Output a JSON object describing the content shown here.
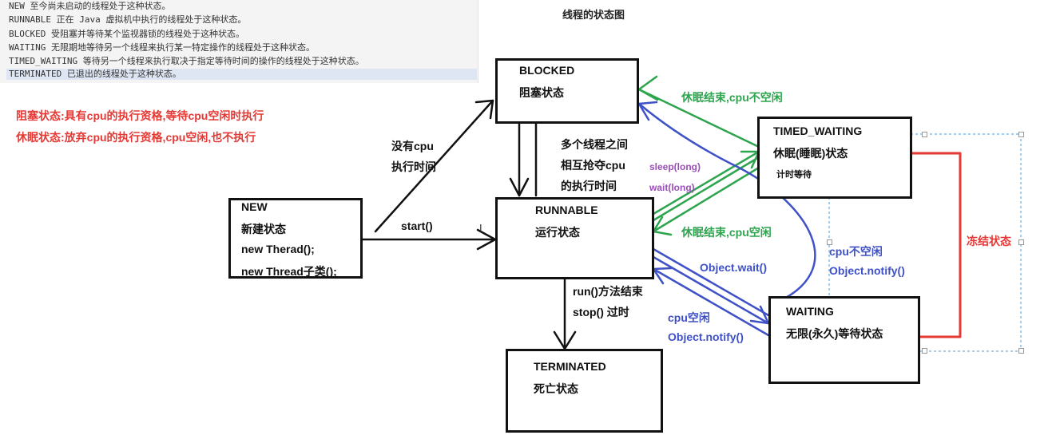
{
  "notes": [
    "NEW 至今尚未启动的线程处于这种状态。",
    "RUNNABLE 正在 Java 虚拟机中执行的线程处于这种状态。",
    "BLOCKED 受阻塞并等待某个监视器锁的线程处于这种状态。",
    "WAITING 无限期地等待另一个线程来执行某一特定操作的线程处于这种状态。",
    "TIMED_WAITING 等待另一个线程来执行取决于指定等待时间的操作的线程处于这种状态。",
    "TERMINATED 已退出的线程处于这种状态。"
  ],
  "title": "线程的状态图",
  "red_notes": [
    "阻塞状态:具有cpu的执行资格,等待cpu空闲时执行",
    "休眠状态:放弃cpu的执行资格,cpu空闲,也不执行"
  ],
  "states": {
    "new": {
      "name": "NEW",
      "lines": [
        "新建状态",
        "new Therad();",
        "new Thread子类();"
      ]
    },
    "blocked": {
      "name": "BLOCKED",
      "lines": [
        "阻塞状态"
      ]
    },
    "runnable": {
      "name": "RUNNABLE",
      "lines": [
        "运行状态"
      ]
    },
    "timed_waiting": {
      "name": "TIMED_WAITING",
      "lines": [
        "休眠(睡眠)状态",
        "计时等待"
      ]
    },
    "waiting": {
      "name": "WAITING",
      "lines": [
        "无限(永久)等待状态"
      ]
    },
    "terminated": {
      "name": "TERMINATED",
      "lines": [
        "死亡状态"
      ]
    }
  },
  "labels": {
    "start": "start()",
    "no_cpu_1": "没有cpu",
    "no_cpu_2": "执行时间",
    "compete_1": "多个线程之间",
    "compete_2": "相互抢夺cpu",
    "compete_3": "的执行时间",
    "sleep_long": "sleep(long)",
    "wait_long": "wait(long)",
    "sleep_end_busy": "休眠结束,cpu不空闲",
    "sleep_end_free": "休眠结束,cpu空闲",
    "object_wait": "Object.wait()",
    "cpu_free": "cpu空闲",
    "notify_1": "Object.notify()",
    "cpu_busy": "cpu不空闲",
    "notify_2": "Object.notify()",
    "run_end": "run()方法结束",
    "stop": "stop() 过时",
    "frozen": "冻结状态"
  },
  "colors": {
    "black": "#111111",
    "green": "#2da44e",
    "blue": "#3f51c7",
    "red": "#e53935",
    "purple": "#9b4fb8"
  }
}
